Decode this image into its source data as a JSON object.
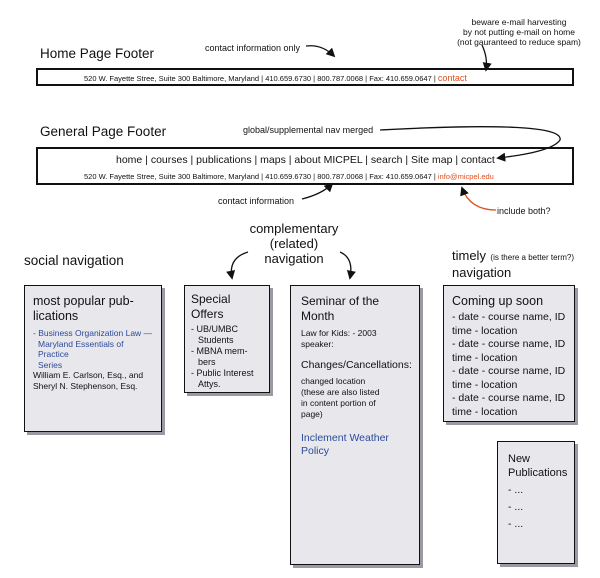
{
  "home_footer": {
    "title": "Home Page Footer",
    "address": "520 W. Fayette Stree, Suite 300  Baltimore, Maryland | 410.659.6730 | 800.787.0068 | Fax: 410.659.0647 |",
    "contact_link": "contact",
    "annotation_contact_only": "contact information only",
    "warning_lines": [
      "beware e-mail harvesting",
      "by not putting e-mail on home",
      "(not gauranteed to reduce spam)"
    ]
  },
  "general_footer": {
    "title": "General Page Footer",
    "annotation_nav_merged": "global/supplemental nav merged",
    "nav_items": [
      "home",
      "courses",
      "publications",
      "maps",
      "about MICPEL",
      "search",
      "Site map",
      "contact"
    ],
    "nav_separator": " | ",
    "address": "520 W. Fayette Stree, Suite 300  Baltimore, Maryland | 410.659.6730 | 800.787.0068 | Fax: 410.659.0647 |",
    "email": "info@micpel.edu",
    "annotation_contact_info": "contact information",
    "annotation_include_both": "include both?"
  },
  "headings": {
    "social": "social navigation",
    "complementary": [
      "complementary",
      "(related)",
      "navigation"
    ],
    "timely_main": "timely",
    "timely_note": "(is there a better term?)",
    "timely_sub": "navigation"
  },
  "popular": {
    "title_lines": [
      "most popular pub-",
      "lications"
    ],
    "link_lines": [
      "- Business Organization Law —",
      "Maryland Essentials of Practice",
      "Series"
    ],
    "author_lines": [
      "William E. Carlson, Esq., and",
      "Sheryl N. Stephenson, Esq."
    ]
  },
  "offers": {
    "title": "Special Offers",
    "items": [
      [
        "- UB/UMBC",
        "Students"
      ],
      [
        "- MBNA mem-",
        "bers"
      ],
      [
        "- Public Interest",
        "Attys."
      ]
    ]
  },
  "seminar": {
    "title": "Seminar of the Month",
    "info_lines": [
      "Law for Kids: - 2003",
      "speaker:"
    ],
    "changes_title": "Changes/Cancellations:",
    "changes_lines": [
      "changed location",
      "(these are also listed",
      "in content portion of",
      "page)"
    ],
    "inclement_lines": [
      "Inclement Weather",
      "Policy"
    ]
  },
  "coming": {
    "title": "Coming up soon",
    "lines": [
      "- date - course name, ID",
      "time - location",
      "- date - course name, ID",
      "time - location",
      "- date - course name, ID",
      "time - location",
      "- date - course name, ID",
      "time - location"
    ]
  },
  "new_pubs": {
    "title_lines": [
      "New",
      "Publications"
    ],
    "items": [
      "- ...",
      "- ...",
      "- ..."
    ]
  }
}
